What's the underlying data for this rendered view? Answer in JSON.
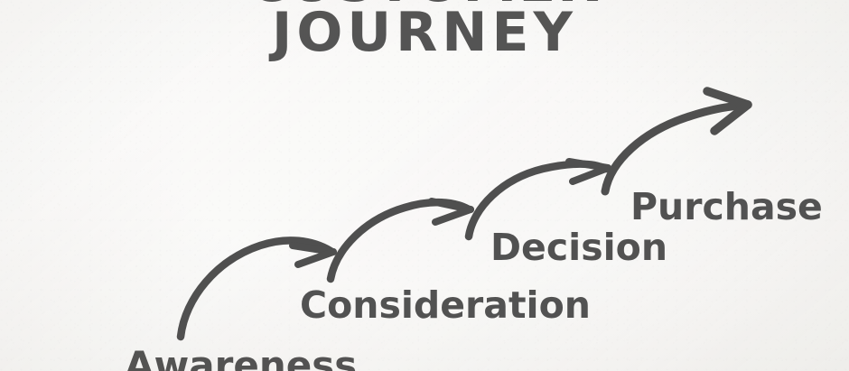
{
  "title": {
    "line_1": "CUSTOMER",
    "line_2": "JOURNEY",
    "note_cropped": "top line clipped by frame edge"
  },
  "diagram": {
    "kind": "hand-drawn ascending stage flow",
    "background_color": "#f6f5f3",
    "ink_color": "#141414",
    "stages": [
      {
        "id": "awareness",
        "label": "Awareness"
      },
      {
        "id": "consideration",
        "label": "Consideration"
      },
      {
        "id": "decision",
        "label": "Decision"
      },
      {
        "id": "purchase",
        "label": "Purchase"
      }
    ],
    "connectors": [
      {
        "id": "arrow-awareness-to-consideration",
        "from": "awareness",
        "to": "consideration"
      },
      {
        "id": "arrow-consideration-to-decision",
        "from": "consideration",
        "to": "decision"
      },
      {
        "id": "arrow-decision-to-purchase",
        "from": "decision",
        "to": "purchase"
      },
      {
        "id": "arrow-purchase-onward",
        "from": "purchase",
        "to": ""
      }
    ]
  }
}
